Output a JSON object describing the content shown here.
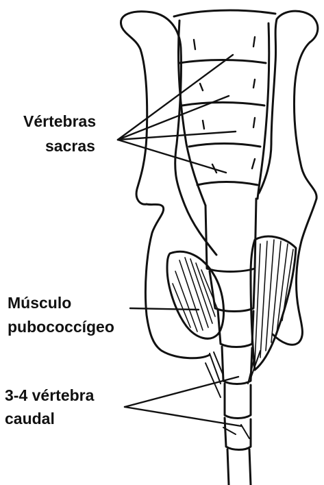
{
  "labels": {
    "sacral_line1": "Vértebras",
    "sacral_line2": "sacras",
    "muscle_line1": "Músculo",
    "muscle_line2": "pubococcígeo",
    "caudal_line1": "3-4 vértebra",
    "caudal_line2": "caudal"
  },
  "colors": {
    "ink": "#111111",
    "background": "#ffffff"
  }
}
